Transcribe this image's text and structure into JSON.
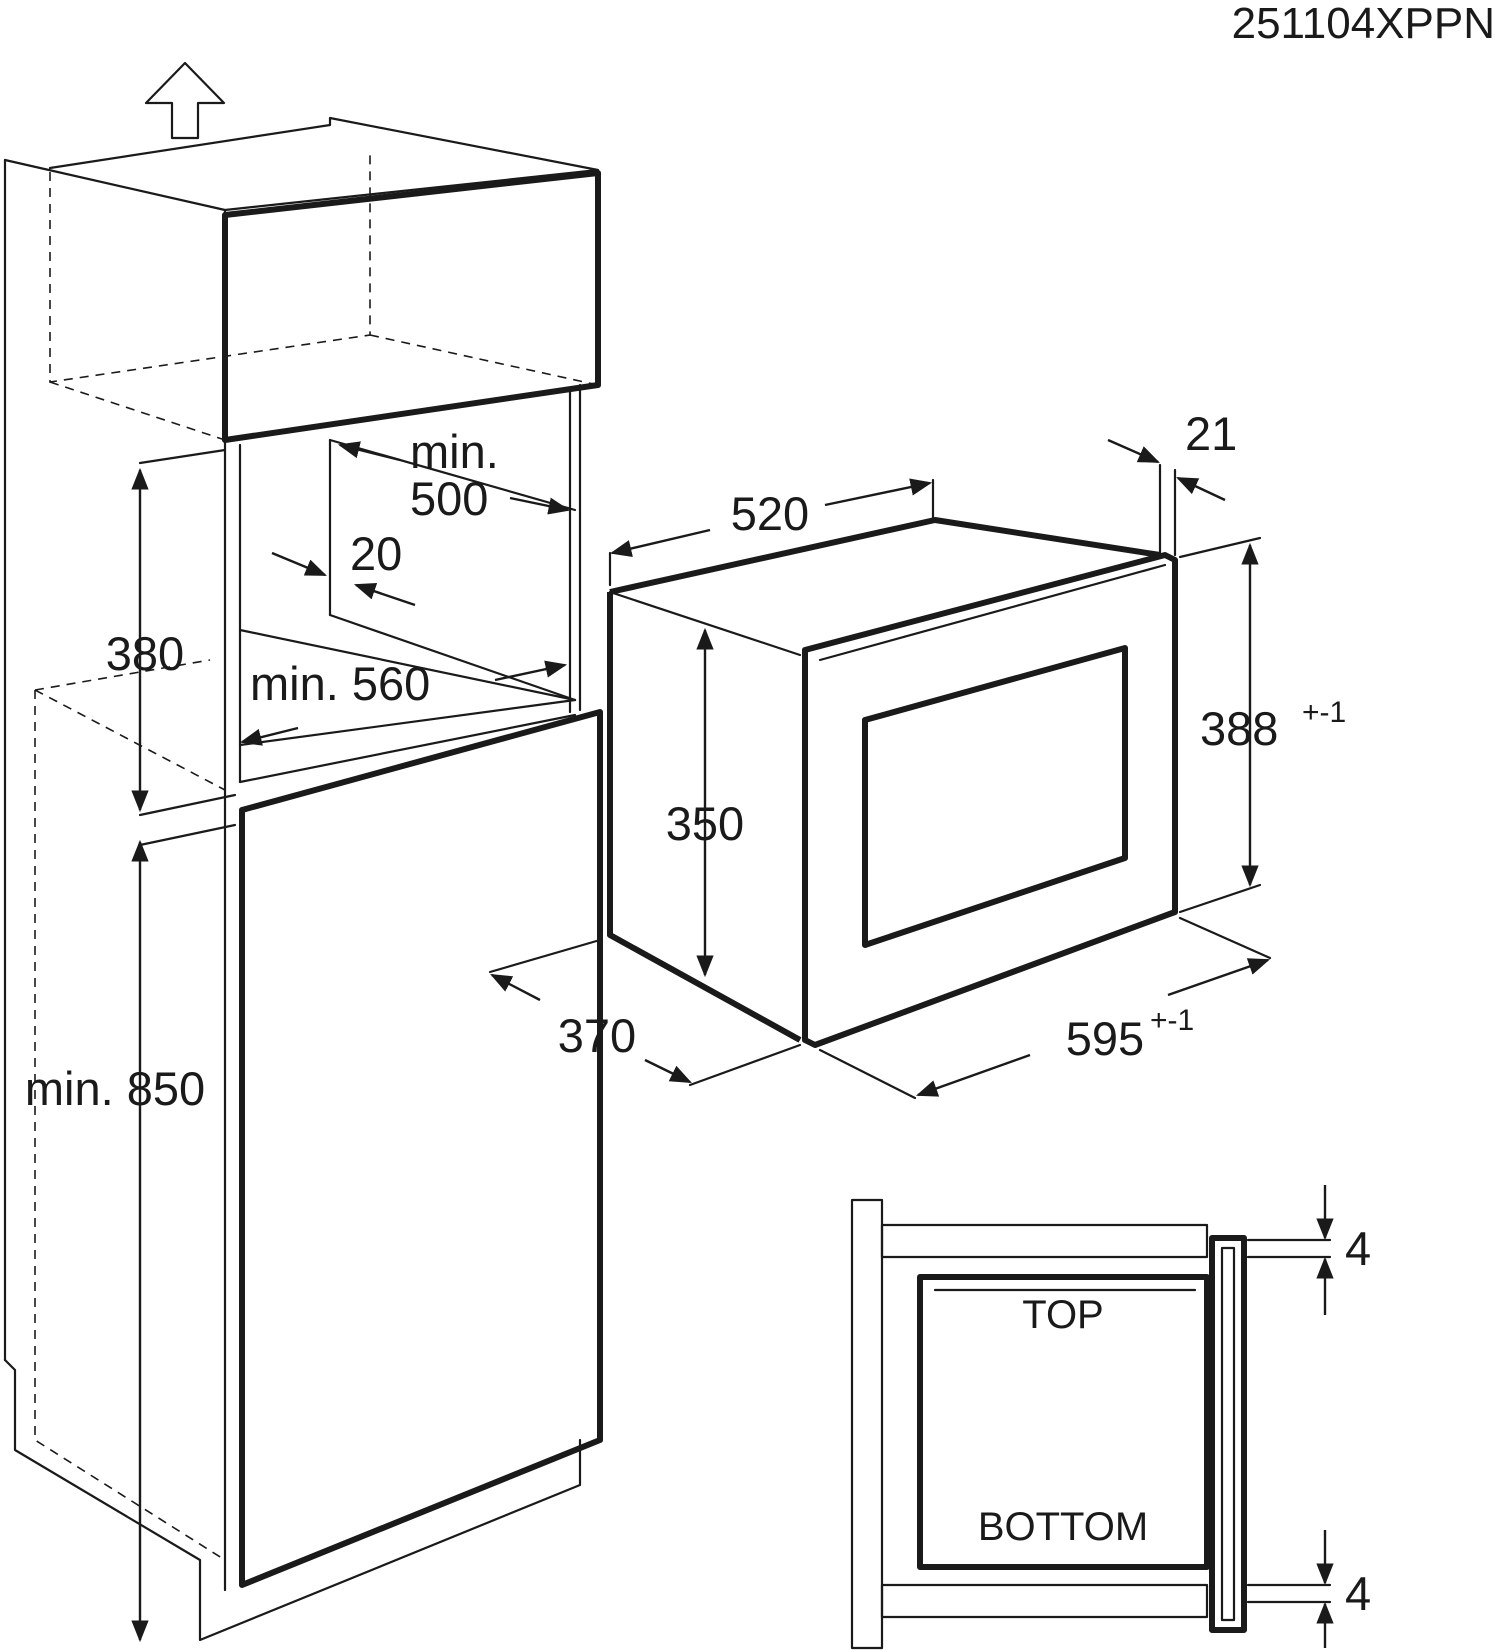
{
  "drawing_code": "251104XPPN",
  "cabinet": {
    "niche_width": "min.\n500",
    "niche_width_line1": "min.",
    "niche_width_line2": "500",
    "side_gap": "20",
    "niche_height": "380",
    "niche_depth": "min. 560",
    "floor_height": "min. 850"
  },
  "appliance": {
    "depth_top": "520",
    "frame_thickness": "21",
    "body_height": "350",
    "frame_height": "388",
    "frame_height_tolerance": "+-1",
    "body_depth": "370",
    "frame_width": "595",
    "frame_width_tolerance": "+-1"
  },
  "detail": {
    "top_label": "TOP",
    "bottom_label": "BOTTOM",
    "top_gap": "4",
    "bottom_gap": "4"
  }
}
